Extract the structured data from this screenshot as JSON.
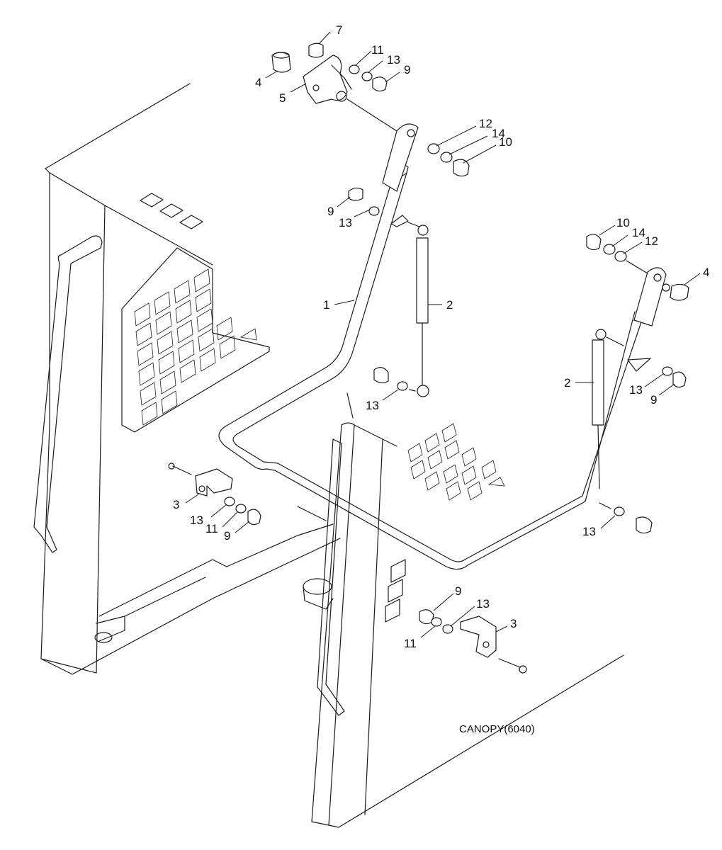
{
  "diagram": {
    "caption": "CANOPY(6040)",
    "callouts": [
      {
        "id": "c7",
        "label": "7"
      },
      {
        "id": "c11a",
        "label": "11"
      },
      {
        "id": "c13a",
        "label": "13"
      },
      {
        "id": "c9a",
        "label": "9"
      },
      {
        "id": "c4a",
        "label": "4"
      },
      {
        "id": "c5",
        "label": "5"
      },
      {
        "id": "c12a",
        "label": "12"
      },
      {
        "id": "c14a",
        "label": "14"
      },
      {
        "id": "c10a",
        "label": "10"
      },
      {
        "id": "c9b",
        "label": "9"
      },
      {
        "id": "c13b",
        "label": "13"
      },
      {
        "id": "c1",
        "label": "1"
      },
      {
        "id": "c2a",
        "label": "2"
      },
      {
        "id": "c13c",
        "label": "13"
      },
      {
        "id": "c10b",
        "label": "10"
      },
      {
        "id": "c14b",
        "label": "14"
      },
      {
        "id": "c12b",
        "label": "12"
      },
      {
        "id": "c4b",
        "label": "4"
      },
      {
        "id": "c2b",
        "label": "2"
      },
      {
        "id": "c13d",
        "label": "13"
      },
      {
        "id": "c9c",
        "label": "9"
      },
      {
        "id": "c3a",
        "label": "3"
      },
      {
        "id": "c13e",
        "label": "13"
      },
      {
        "id": "c11b",
        "label": "11"
      },
      {
        "id": "c9d",
        "label": "9"
      },
      {
        "id": "c13f",
        "label": "13"
      },
      {
        "id": "c9e",
        "label": "9"
      },
      {
        "id": "c13g",
        "label": "13"
      },
      {
        "id": "c3b",
        "label": "3"
      },
      {
        "id": "c11c",
        "label": "11"
      }
    ]
  }
}
